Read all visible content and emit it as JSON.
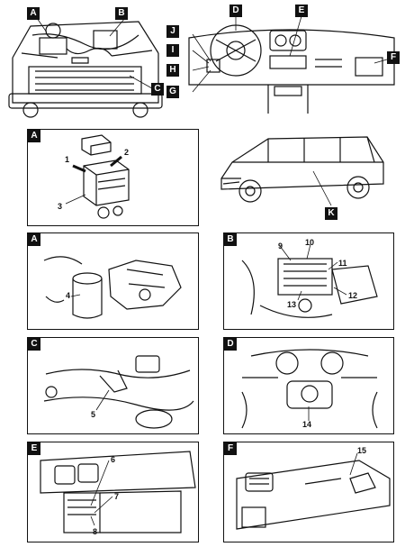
{
  "overview": {
    "engine_labels": [
      "A",
      "B",
      "C"
    ],
    "dash_labels": [
      "D",
      "E",
      "F",
      "G",
      "H",
      "I",
      "J"
    ],
    "vehicle_label": "K"
  },
  "panels": [
    {
      "tag": "A",
      "numbers": [
        "1",
        "2",
        "3"
      ]
    },
    {
      "tag": "A",
      "numbers": [
        "4"
      ]
    },
    {
      "tag": "B",
      "numbers": [
        "9",
        "10",
        "11",
        "12",
        "13"
      ]
    },
    {
      "tag": "C",
      "numbers": [
        "5"
      ]
    },
    {
      "tag": "D",
      "numbers": [
        "14"
      ]
    },
    {
      "tag": "E",
      "numbers": [
        "6",
        "7",
        "8"
      ]
    },
    {
      "tag": "F",
      "numbers": [
        "15"
      ]
    }
  ]
}
